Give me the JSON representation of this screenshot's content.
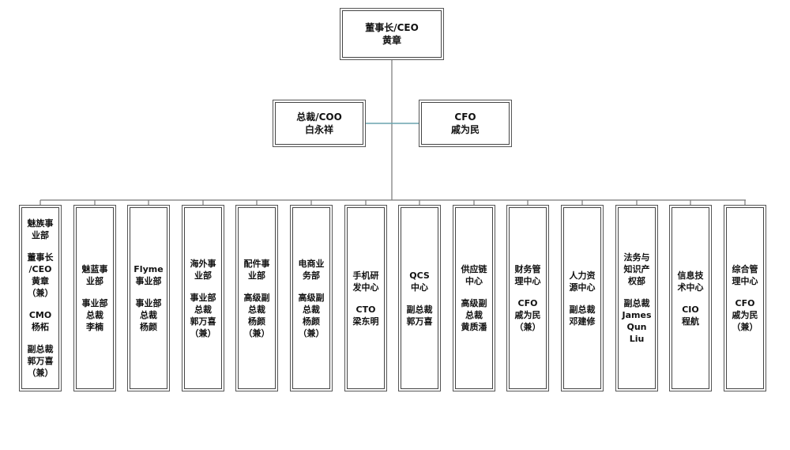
{
  "top": {
    "lines": [
      "董事长/CEO",
      "黄章"
    ]
  },
  "middle": [
    {
      "lines": [
        "总裁/COO",
        "白永祥"
      ]
    },
    {
      "lines": [
        "CFO",
        "戚为民"
      ]
    }
  ],
  "departments": [
    {
      "groups": [
        [
          "魅族事",
          "业部"
        ],
        [
          "董事长",
          "/CEO",
          "黄章",
          "（兼）"
        ],
        [
          "CMO",
          "杨柘"
        ],
        [
          "副总裁",
          "郭万喜",
          "（兼）"
        ]
      ]
    },
    {
      "groups": [
        [
          "魅蓝事",
          "业部"
        ],
        [
          "事业部",
          "总裁",
          "李楠"
        ]
      ]
    },
    {
      "groups": [
        [
          "Flyme",
          "事业部"
        ],
        [
          "事业部",
          "总裁",
          "杨颜"
        ]
      ]
    },
    {
      "groups": [
        [
          "海外事",
          "业部"
        ],
        [
          "事业部",
          "总裁",
          "郭万喜",
          "（兼）"
        ]
      ]
    },
    {
      "groups": [
        [
          "配件事",
          "业部"
        ],
        [
          "高级副",
          "总裁",
          "杨颜",
          "（兼）"
        ]
      ]
    },
    {
      "groups": [
        [
          "电商业",
          "务部"
        ],
        [
          "高级副",
          "总裁",
          "杨颜",
          "（兼）"
        ]
      ]
    },
    {
      "groups": [
        [
          "手机研",
          "发中心"
        ],
        [
          "CTO",
          "梁东明"
        ]
      ]
    },
    {
      "groups": [
        [
          "QCS",
          "中心"
        ],
        [
          "副总裁",
          "郭万喜"
        ]
      ]
    },
    {
      "groups": [
        [
          "供应链",
          "中心"
        ],
        [
          "高级副",
          "总裁",
          "黄质潘"
        ]
      ]
    },
    {
      "groups": [
        [
          "财务管",
          "理中心"
        ],
        [
          "CFO",
          "戚为民",
          "（兼）"
        ]
      ]
    },
    {
      "groups": [
        [
          "人力资",
          "源中心"
        ],
        [
          "副总裁",
          "邓建修"
        ]
      ]
    },
    {
      "groups": [
        [
          "法务与",
          "知识产",
          "权部"
        ],
        [
          "副总裁",
          "James",
          "Qun",
          "Liu"
        ]
      ]
    },
    {
      "groups": [
        [
          "信息技",
          "术中心"
        ],
        [
          "CIO",
          "程航"
        ]
      ]
    },
    {
      "groups": [
        [
          "综合管",
          "理中心"
        ],
        [
          "CFO",
          "戚为民",
          "（兼）"
        ]
      ]
    }
  ],
  "colors": {
    "box_border": "#444444",
    "connector_dark": "#777777",
    "connector_teal": "#6aa3ad"
  }
}
